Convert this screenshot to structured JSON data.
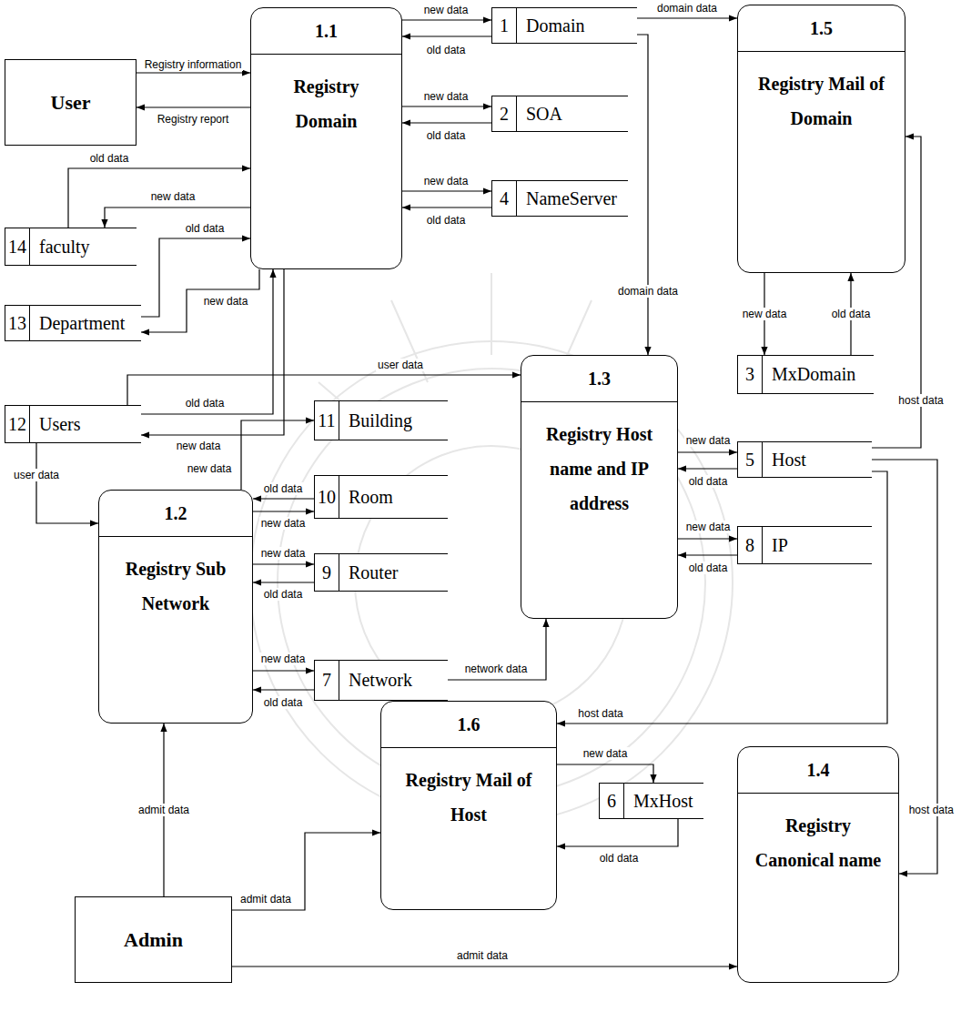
{
  "diagram": {
    "nodes": [
      {
        "text": [
          "User"
        ]
      },
      {
        "text": [
          "1.1",
          "Registry Domain"
        ]
      },
      {
        "text": [
          "1",
          "Domain"
        ]
      },
      {
        "text": [
          "2",
          "SOA"
        ]
      },
      {
        "text": [
          "4",
          "NameServer"
        ]
      },
      {
        "text": [
          "1.5",
          "Registry Mail of Domain"
        ]
      },
      {
        "text": [
          "14",
          "faculty"
        ]
      },
      {
        "text": [
          "13",
          "Department"
        ]
      },
      {
        "text": [
          "3",
          "MxDomain"
        ]
      },
      {
        "text": [
          "12",
          "Users"
        ]
      },
      {
        "text": [
          "11",
          "Building"
        ]
      },
      {
        "text": [
          "1.3",
          "Registry Host name and IP address"
        ]
      },
      {
        "text": [
          "5",
          "Host"
        ]
      },
      {
        "text": [
          "10",
          "Room"
        ]
      },
      {
        "text": [
          "1.2",
          "Registry Sub Network"
        ]
      },
      {
        "text": [
          "9",
          "Router"
        ]
      },
      {
        "text": [
          "8",
          "IP"
        ]
      },
      {
        "text": [
          "7",
          "Network"
        ]
      },
      {
        "text": [
          "1.6",
          "Registry Mail of Host"
        ]
      },
      {
        "text": [
          "6",
          "MxHost"
        ]
      },
      {
        "text": [
          "1.4",
          "Registry Canonical name"
        ]
      },
      {
        "text": [
          "Admin"
        ]
      }
    ],
    "edges": [
      {
        "from": 0,
        "to": 1,
        "label": "Registry information",
        "arrow": "to"
      },
      {
        "from": 1,
        "to": 0,
        "label": "Registry report",
        "arrow": "to"
      },
      {
        "from": 1,
        "to": 2,
        "label": "new data",
        "arrow": "to"
      },
      {
        "from": 2,
        "to": 1,
        "label": "old data",
        "arrow": "to"
      },
      {
        "from": 1,
        "to": 3,
        "label": "new data",
        "arrow": "to"
      },
      {
        "from": 3,
        "to": 1,
        "label": "old data",
        "arrow": "to"
      },
      {
        "from": 1,
        "to": 4,
        "label": "new data",
        "arrow": "to"
      },
      {
        "from": 4,
        "to": 1,
        "label": "old data",
        "arrow": "to"
      },
      {
        "from": 6,
        "to": 1,
        "label": "old data",
        "arrow": "to"
      },
      {
        "from": 1,
        "to": 6,
        "label": "new data",
        "arrow": "to"
      },
      {
        "from": 7,
        "to": 1,
        "label": "old data",
        "arrow": "to"
      },
      {
        "from": 1,
        "to": 7,
        "label": "new data",
        "arrow": "to"
      },
      {
        "from": 9,
        "to": 1,
        "label": "old data",
        "arrow": "to"
      },
      {
        "from": 1,
        "to": 9,
        "label": "new data",
        "arrow": "to"
      },
      {
        "from": 9,
        "to": 11,
        "label": "user data",
        "arrow": "to"
      },
      {
        "from": 9,
        "to": 14,
        "label": "user data",
        "arrow": "to"
      },
      {
        "from": 2,
        "to": 5,
        "label": "domain data",
        "arrow": "to"
      },
      {
        "from": 2,
        "to": 11,
        "label": "domain data",
        "arrow": "to"
      },
      {
        "from": 5,
        "to": 8,
        "label": "new data",
        "arrow": "to"
      },
      {
        "from": 8,
        "to": 5,
        "label": "old data",
        "arrow": "to"
      },
      {
        "from": 12,
        "to": 5,
        "label": "host data",
        "arrow": "to"
      },
      {
        "from": 11,
        "to": 12,
        "label": "new data",
        "arrow": "to"
      },
      {
        "from": 12,
        "to": 11,
        "label": "old data",
        "arrow": "to"
      },
      {
        "from": 11,
        "to": 16,
        "label": "new data",
        "arrow": "to"
      },
      {
        "from": 16,
        "to": 11,
        "label": "old data",
        "arrow": "to"
      },
      {
        "from": 14,
        "to": 10,
        "label": "new data",
        "arrow": "to"
      },
      {
        "from": 13,
        "to": 14,
        "label": "old data",
        "arrow": "to"
      },
      {
        "from": 14,
        "to": 13,
        "label": "new data",
        "arrow": "to"
      },
      {
        "from": 14,
        "to": 15,
        "label": "new data",
        "arrow": "to"
      },
      {
        "from": 15,
        "to": 14,
        "label": "old data",
        "arrow": "to"
      },
      {
        "from": 14,
        "to": 17,
        "label": "new data",
        "arrow": "to"
      },
      {
        "from": 17,
        "to": 14,
        "label": "old data",
        "arrow": "to"
      },
      {
        "from": 17,
        "to": 11,
        "label": "network data",
        "arrow": "to"
      },
      {
        "from": 12,
        "to": 18,
        "label": "host data",
        "arrow": "to"
      },
      {
        "from": 12,
        "to": 20,
        "label": "host data",
        "arrow": "to"
      },
      {
        "from": 18,
        "to": 19,
        "label": "new data",
        "arrow": "to"
      },
      {
        "from": 19,
        "to": 18,
        "label": "old data",
        "arrow": "to"
      },
      {
        "from": 21,
        "to": 14,
        "label": "admit data",
        "arrow": "to"
      },
      {
        "from": 21,
        "to": 18,
        "label": "admit data",
        "arrow": "to"
      },
      {
        "from": 21,
        "to": 20,
        "label": "admit data",
        "arrow": "to"
      }
    ]
  }
}
